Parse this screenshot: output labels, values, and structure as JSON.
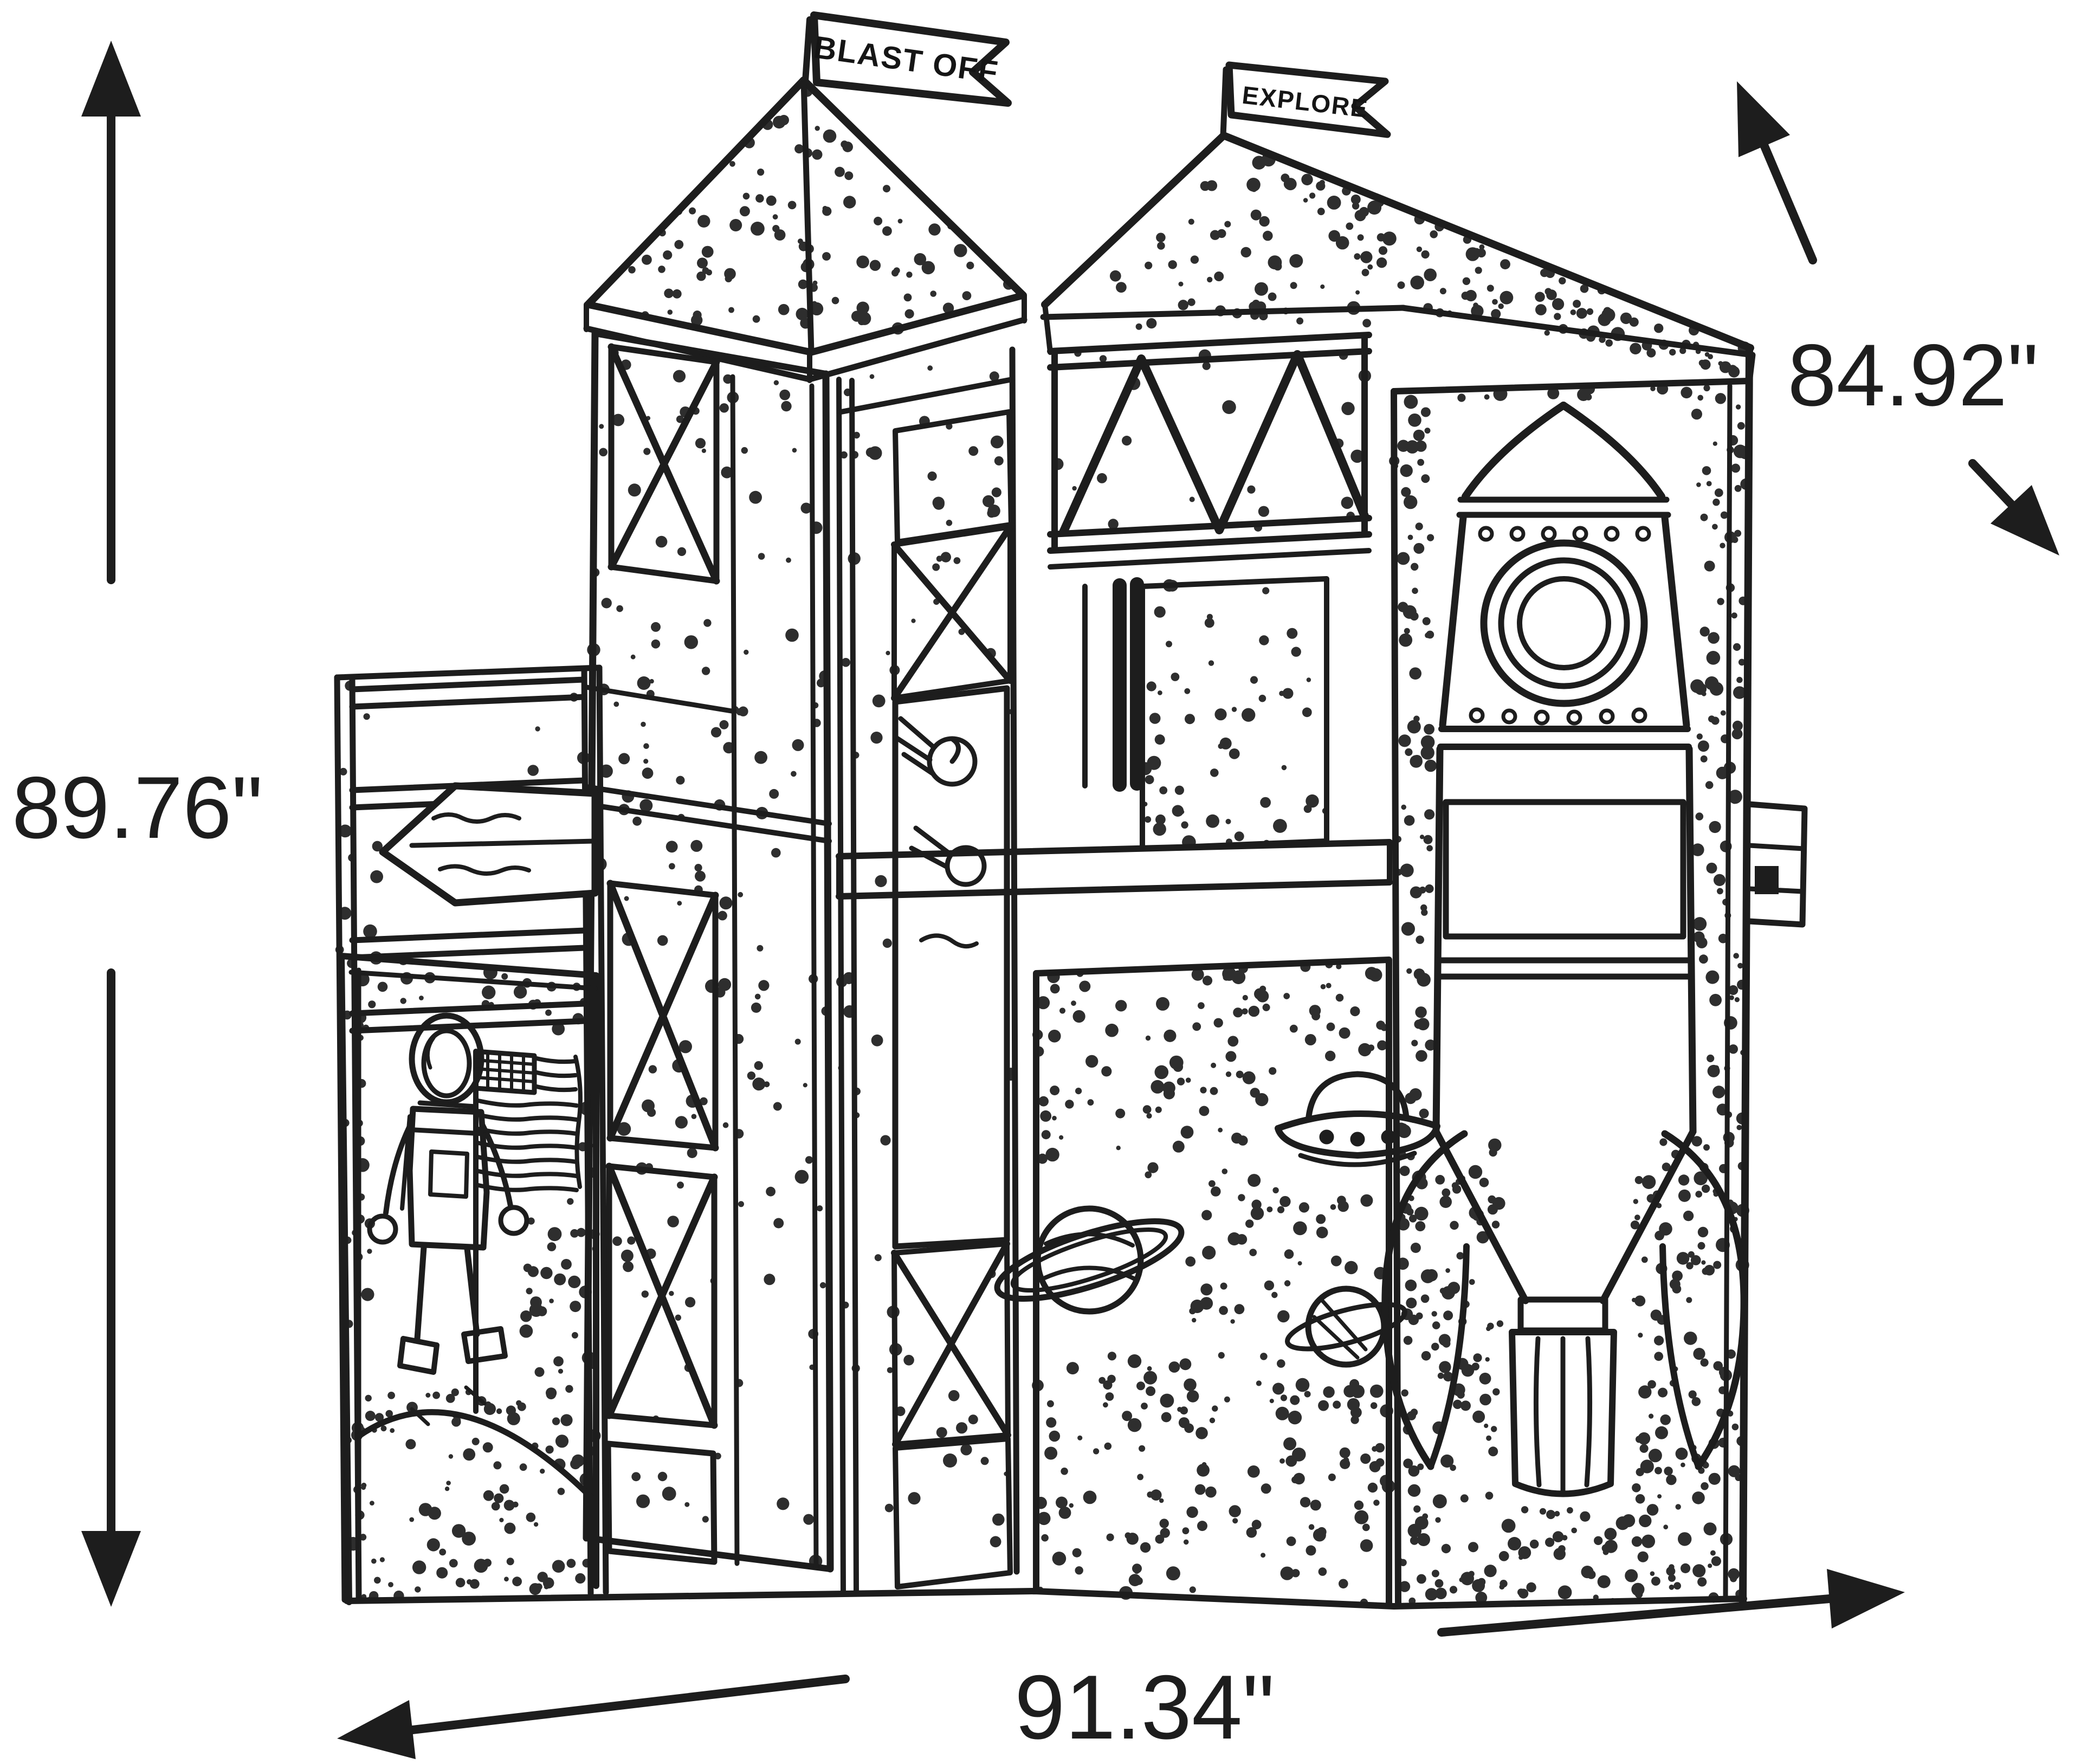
{
  "title": "Space themed playhouse loft bed dimension drawing",
  "flags": {
    "left": "BLAST OFF",
    "right": "EXPLORE"
  },
  "dimensions": {
    "height_label": "89.76\"",
    "depth_label": "84.92\"",
    "width_label": "91.34\""
  },
  "figures": [
    "pyramid-roof-tower",
    "gable-roof-house",
    "x-brace-panels",
    "truss-band",
    "rocket-with-porthole",
    "astronaut",
    "us-flag-on-moon",
    "saturn-planet",
    "ufo",
    "ringed-planet",
    "comet-doodles"
  ],
  "colors": {
    "ink": "#1d1d1d",
    "paper": "#ffffff"
  }
}
